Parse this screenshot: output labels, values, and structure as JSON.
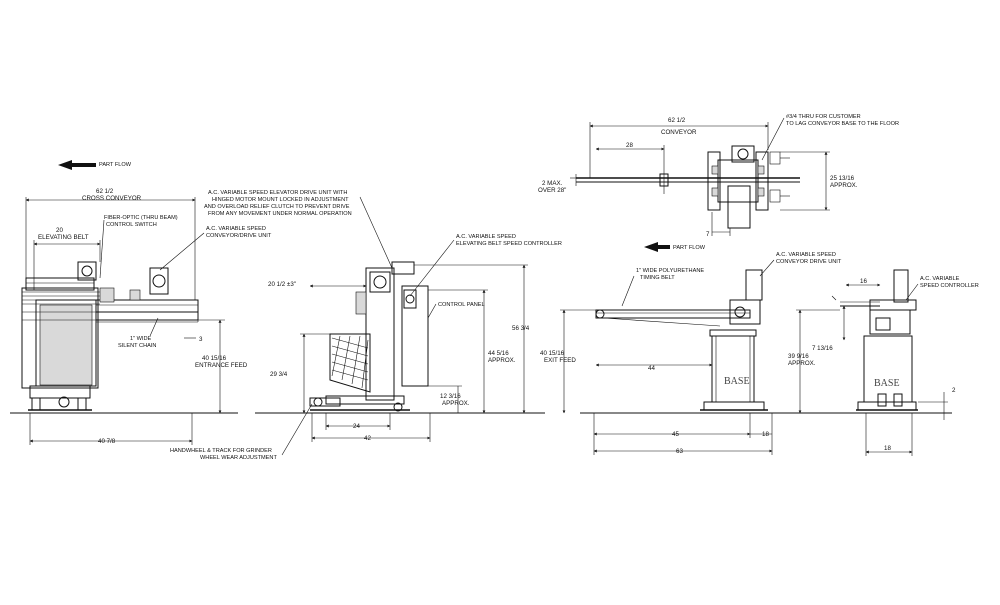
{
  "flow_arrows": [
    {
      "label": "PART FLOW"
    },
    {
      "label": "PART FLOW"
    }
  ],
  "base_labels": [
    "BASE",
    "BASE"
  ],
  "callouts": {
    "elev_drive": [
      "A.C. VARIABLE SPEED ELEVATOR DRIVE UNIT WITH",
      "HINGED MOTOR MOUNT LOCKED IN ADJUSTMENT",
      "AND OVERLOAD RELIEF CLUTCH TO PREVENT DRIVE",
      "FROM ANY MOVEMENT UNDER NORMAL OPERATION"
    ],
    "fiber_optic": [
      "FIBER-OPTIC (THRU BEAM)",
      "CONTROL SWITCH"
    ],
    "cross_drive": [
      "A.C. VARIABLE SPEED",
      "CONVEYOR/DRIVE UNIT"
    ],
    "silent_chain": [
      "1\" WIDE",
      "SILENT CHAIN"
    ],
    "elev_controller": [
      "A.C. VARIABLE SPEED",
      "ELEVATING BELT SPEED CONTROLLER"
    ],
    "control_panel": [
      "CONTROL PANEL"
    ],
    "handwheel": [
      "HANDWHEEL & TRACK FOR GRINDER",
      "WHEEL WEAR ADJUSTMENT"
    ],
    "timing_belt": [
      "1\" WIDE POLYURETHANE",
      "TIMING BELT"
    ],
    "exit_drive": [
      "A.C. VARIABLE SPEED",
      "CONVEYOR DRIVE UNIT"
    ],
    "exit_controller": [
      "A.C. VARIABLE",
      "SPEED CONTROLLER"
    ],
    "lag_holes": [
      "#3/4 THRU FOR CUSTOMER",
      "TO LAG CONVEYOR BASE TO THE FLOOR"
    ]
  },
  "dimensions": {
    "cross_width": [
      "62 1/2",
      "CROSS CONVEYOR"
    ],
    "elevating_belt": [
      "20",
      "ELEVATING BELT"
    ],
    "entrance_feed": [
      "40 15/16",
      "ENTRANCE FEED"
    ],
    "left_3": "3",
    "left_overall": "40 7/8",
    "elev_20_half": "20 1/2 ±3\"",
    "elev_29": "29 3/4",
    "elev_44": [
      "44 5/16",
      "APPROX."
    ],
    "elev_56": "56 3/4",
    "elev_12": [
      "12 3/16",
      "APPROX."
    ],
    "elev_24": "24",
    "elev_42": "42",
    "exit_feed": [
      "40 15/16",
      "EXIT FEED"
    ],
    "exit_44": "44",
    "exit_45": "45",
    "exit_18": "18",
    "exit_63": "63",
    "side_16": "16",
    "side_7": "7 13/16",
    "side_39": [
      "39 9/16",
      "APPROX."
    ],
    "side_2": "2",
    "side_18": "18",
    "top_62": [
      "62 1/2",
      "CONVEYOR"
    ],
    "top_28": "28",
    "top_max": [
      "2 MAX.",
      "OVER 28\""
    ],
    "top_25": [
      "25 13/16",
      "APPROX."
    ],
    "top_7": "7"
  }
}
